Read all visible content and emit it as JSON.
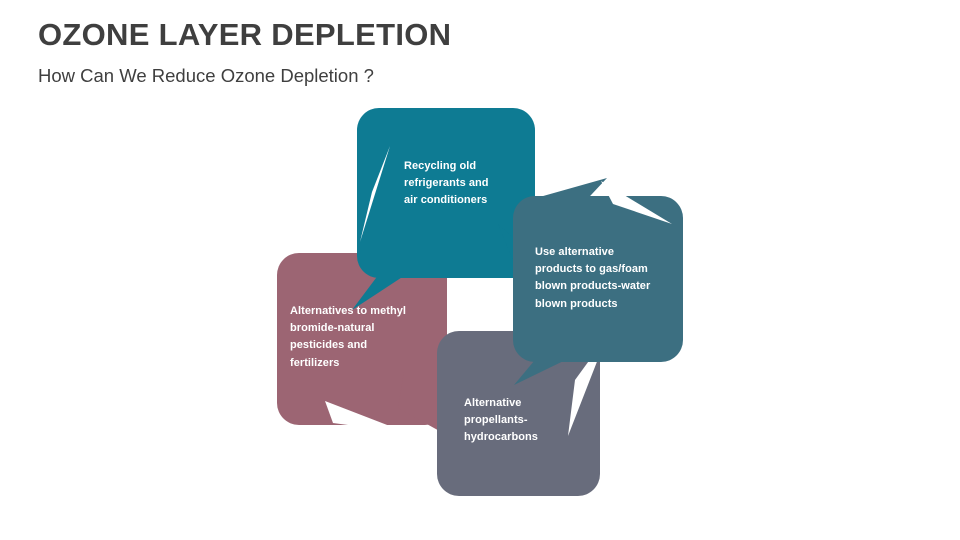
{
  "header": {
    "title": "OZONE LAYER DEPLETION",
    "subtitle": "How Can We Reduce Ozone Depletion ?"
  },
  "palette": {
    "background": "#ffffff",
    "title_color": "#3f3f3f",
    "callout_text_color": "#ffffff",
    "teal": "#0e7b93",
    "slate_teal": "#3c6f81",
    "mauve": "#9c6573",
    "gray": "#686c7c"
  },
  "diagram": {
    "type": "pinwheel-callout-cycle",
    "callout_count": 4,
    "callouts": [
      {
        "id": "recycling",
        "position": "top",
        "color": "#0e7b93",
        "tail_direction": "down-left",
        "text": "Recycling old\nrefrigerants and\nair conditioners"
      },
      {
        "id": "alt-products",
        "position": "right",
        "color": "#3c6f81",
        "tail_direction": "down-left",
        "text": "Use alternative\nproducts to gas/foam\nblown products-water\nblown products"
      },
      {
        "id": "methyl-bromide",
        "position": "left",
        "color": "#9c6573",
        "tail_direction": "up-right",
        "text": "Alternatives to methyl\nbromide-natural\npesticides and\nfertilizers"
      },
      {
        "id": "propellants",
        "position": "bottom",
        "color": "#686c7c",
        "tail_direction": "up-right",
        "text": "Alternative\npropellants-\nhydrocarbons"
      }
    ]
  }
}
